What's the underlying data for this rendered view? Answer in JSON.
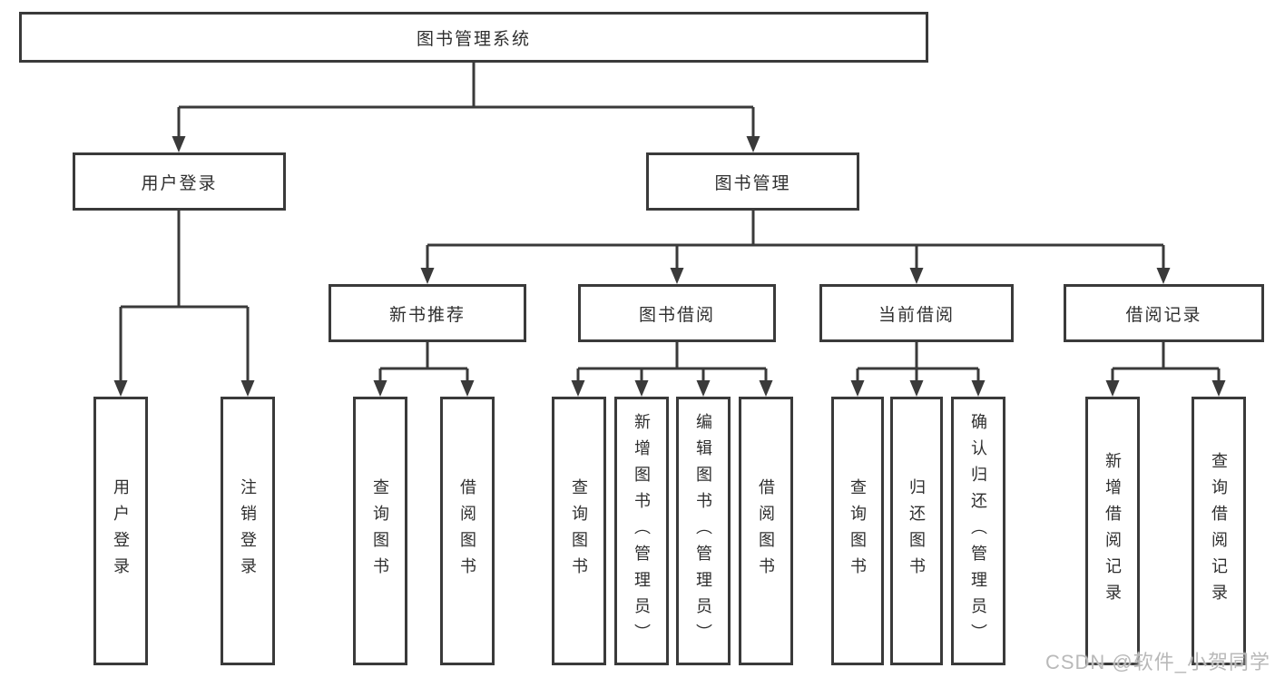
{
  "tree": {
    "root": {
      "label": "图书管理系统",
      "children": [
        {
          "label": "用户登录",
          "children": [
            {
              "label": "用户登录"
            },
            {
              "label": "注销登录"
            }
          ]
        },
        {
          "label": "图书管理",
          "children": [
            {
              "label": "新书推荐",
              "children": [
                {
                  "label": "查询图书"
                },
                {
                  "label": "借阅图书"
                }
              ]
            },
            {
              "label": "图书借阅",
              "children": [
                {
                  "label": "查询图书"
                },
                {
                  "label": "新增图书（管理员）"
                },
                {
                  "label": "编辑图书（管理员）"
                },
                {
                  "label": "借阅图书"
                }
              ]
            },
            {
              "label": "当前借阅",
              "children": [
                {
                  "label": "查询图书"
                },
                {
                  "label": "归还图书"
                },
                {
                  "label": "确认归还（管理员）"
                }
              ]
            },
            {
              "label": "借阅记录",
              "children": [
                {
                  "label": "新增借阅记录"
                },
                {
                  "label": "查询借阅记录"
                }
              ]
            }
          ]
        }
      ]
    }
  },
  "watermark": {
    "text": "CSDN @软件_小贺同学"
  },
  "colors": {
    "line": "#3a3a3a",
    "text": "#2f2f2f",
    "watermark": "#b9b9b9",
    "background": "#ffffff"
  }
}
